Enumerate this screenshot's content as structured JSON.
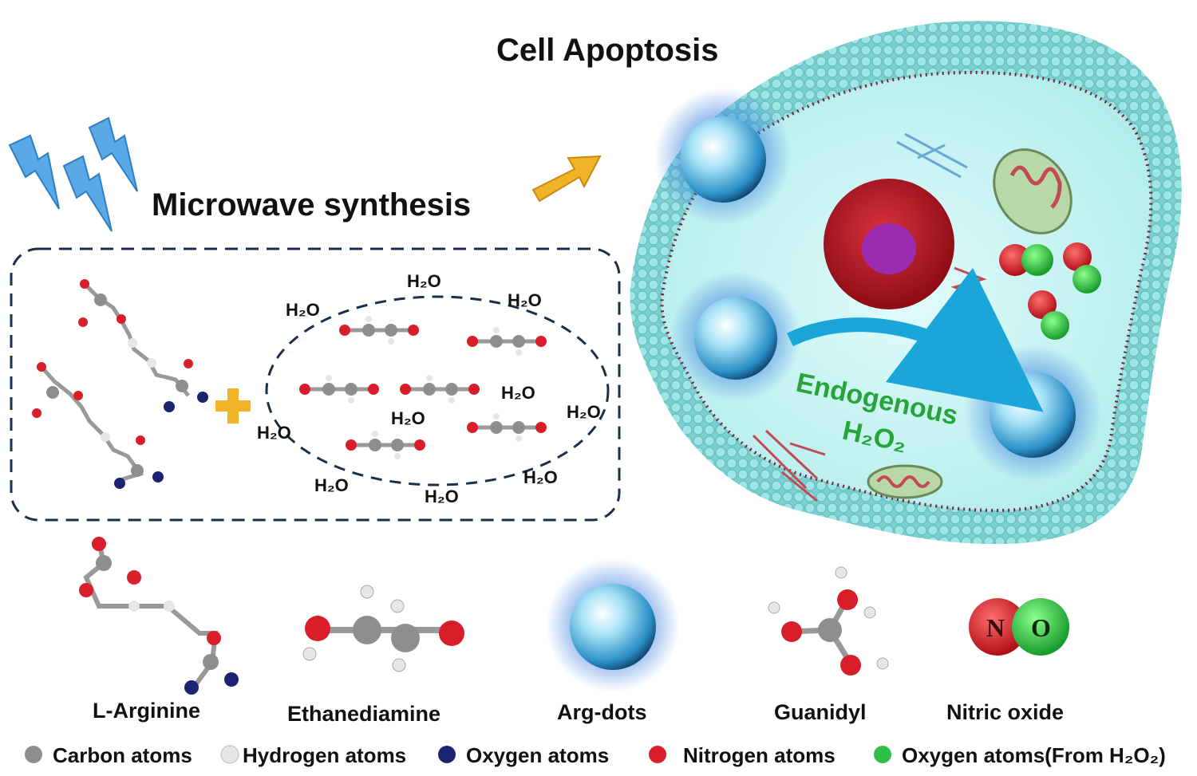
{
  "title_microwave": "Microwave synthesis",
  "title_apoptosis": "Cell Apoptosis",
  "endogenous": {
    "line1": "Endogenous",
    "h2o2": "H₂O₂"
  },
  "water_label": "H₂O",
  "components": {
    "l_arginine": "L-Arginine",
    "ethanediamine": "Ethanediamine",
    "arg_dots": "Arg-dots",
    "guanidyl": "Guanidyl",
    "nitric_oxide": "Nitric oxide"
  },
  "no_letters": {
    "n": "N",
    "o": "O"
  },
  "legend": [
    {
      "label": "Carbon atoms",
      "color": "#8e8e8e"
    },
    {
      "label": "Hydrogen atoms",
      "color": "#e6e6e6"
    },
    {
      "label": "Oxygen atoms",
      "color": "#1c2470"
    },
    {
      "label": "Nitrogen atoms",
      "color": "#d81e2a"
    },
    {
      "label": "Oxygen atoms(From H₂O₂)",
      "color": "#2fc04a"
    }
  ],
  "colors": {
    "membrane": "#7fd7d6",
    "cell_interior": "#c9f1f1",
    "nucleus": "#b3121e",
    "lightning": "#5aa9e6",
    "arrow_yellow": "#f0b429",
    "arrow_blue": "#1aa6d8",
    "endogenous_text": "#27a53a"
  }
}
